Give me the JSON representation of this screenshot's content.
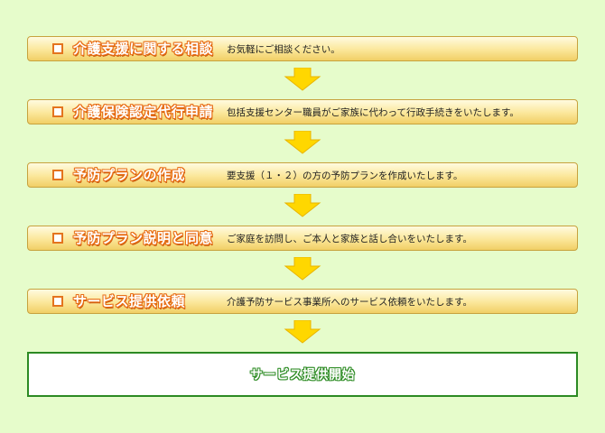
{
  "steps": [
    {
      "title": "介護支援に関する相談",
      "description": "お気軽にご相談ください。"
    },
    {
      "title": "介護保険認定代行申請",
      "description": "包括支援センター職員がご家族に代わって行政手続きをいたします。"
    },
    {
      "title": "予防プランの作成",
      "description": "要支援（１・２）の方の予防プランを作成いたします。"
    },
    {
      "title": "予防プラン説明と同意",
      "description": "ご家庭を訪問し、ご本人と家族と話し合いをいたします。"
    },
    {
      "title": "サービス提供依頼",
      "description": "介護予防サービス事業所へのサービス依頼をいたします。"
    }
  ],
  "final": {
    "label": "サービス提供開始"
  },
  "colors": {
    "background": "#e6fccb",
    "step_border": "#c7a23e",
    "title_outline": "#e86d14",
    "arrow_fill": "#ffd700",
    "final_border": "#2c8a23",
    "final_text_outline": "#2f8d26"
  }
}
